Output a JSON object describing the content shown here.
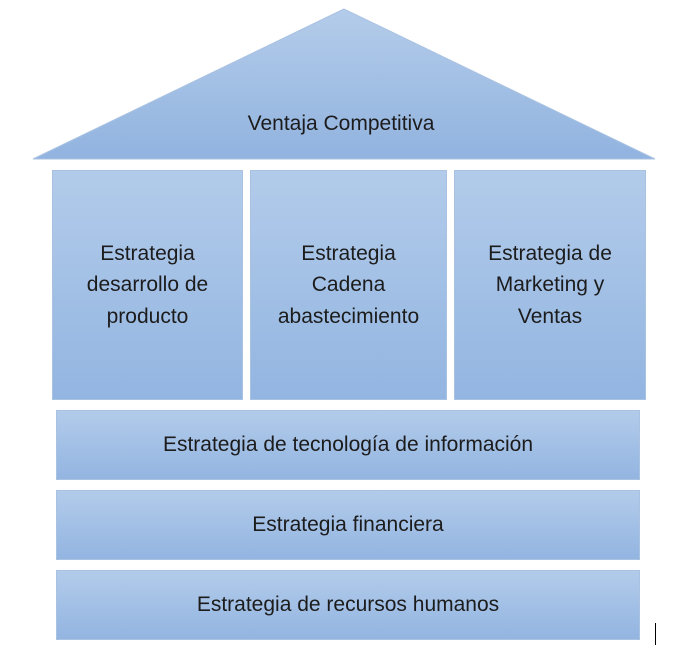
{
  "roof": {
    "label": "Ventaja Competitiva"
  },
  "pillars": [
    {
      "label": "Estrategia desarrollo de producto"
    },
    {
      "label": "Estrategia Cadena abastecimiento"
    },
    {
      "label": "Estrategia de Marketing y Ventas"
    }
  ],
  "foundations": [
    {
      "label": "Estrategia de tecnología de información"
    },
    {
      "label": "Estrategia financiera"
    },
    {
      "label": "Estrategia de recursos humanos"
    }
  ],
  "colors": {
    "fill_top": "#b2cbea",
    "fill_bottom": "#93b5e1"
  }
}
